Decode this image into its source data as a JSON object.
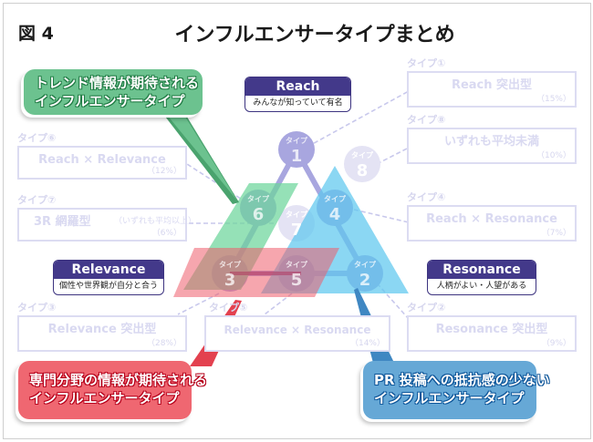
{
  "header": {
    "figure_label": "図 4",
    "title": "インフルエンサータイプまとめ"
  },
  "axes": {
    "reach": {
      "label": "Reach",
      "description": "みんなが知っていて有名"
    },
    "relevance": {
      "label": "Relevance",
      "description": "個性や世界観が自分と合う"
    },
    "resonance": {
      "label": "Resonance",
      "description": "人柄がよい・人望がある"
    }
  },
  "nodes": [
    {
      "tag": "タイプ",
      "number": "1"
    },
    {
      "tag": "タイプ",
      "number": "2"
    },
    {
      "tag": "タイプ",
      "number": "3"
    },
    {
      "tag": "タイプ",
      "number": "4"
    },
    {
      "tag": "タイプ",
      "number": "5"
    },
    {
      "tag": "タイプ",
      "number": "6"
    },
    {
      "tag": "タイプ",
      "number": "7"
    },
    {
      "tag": "タイプ",
      "number": "8"
    }
  ],
  "types": {
    "t1": {
      "tag": "タイプ①",
      "name": "Reach 突出型",
      "share": "（15%）"
    },
    "t8": {
      "tag": "タイプ⑧",
      "name": "いずれも平均未満",
      "share": "（10%）"
    },
    "t4": {
      "tag": "タイプ④",
      "name": "Reach × Resonance",
      "share": "（7%）"
    },
    "t2": {
      "tag": "タイプ②",
      "name": "Resonance 突出型",
      "share": "（9%）"
    },
    "t6": {
      "tag": "タイプ⑥",
      "name": "Reach × Relevance",
      "share": "（12%）"
    },
    "t7": {
      "tag": "タイプ⑦",
      "name": "3R 網羅型",
      "note": "（いずれも平均以上）",
      "share": "（6%）"
    },
    "t3": {
      "tag": "タイプ③",
      "name": "Relevance 突出型",
      "share": "（28%）"
    },
    "t5": {
      "tag": "タイプ⑤",
      "name": "Relevance × Resonance",
      "share": "（14%）"
    }
  },
  "callouts": {
    "trend": {
      "line1": "トレンド情報が期待される",
      "line2": "インフルエンサータイプ"
    },
    "expert": {
      "line1": "専門分野の情報が期待される",
      "line2": "インフルエンサータイプ"
    },
    "pr": {
      "line1": "PR 投稿への抵抗感の少ない",
      "line2": "インフルエンサータイプ"
    }
  },
  "colors": {
    "axis_header": "#43398a",
    "node": "#a8a6df",
    "node_faded": "#e4e3f4",
    "green": "#6cc28f",
    "red": "#ef6771",
    "blue": "#66a8d6",
    "cyan_triangle": "#5ec8ef",
    "faded_box": "#dcdcf2"
  }
}
